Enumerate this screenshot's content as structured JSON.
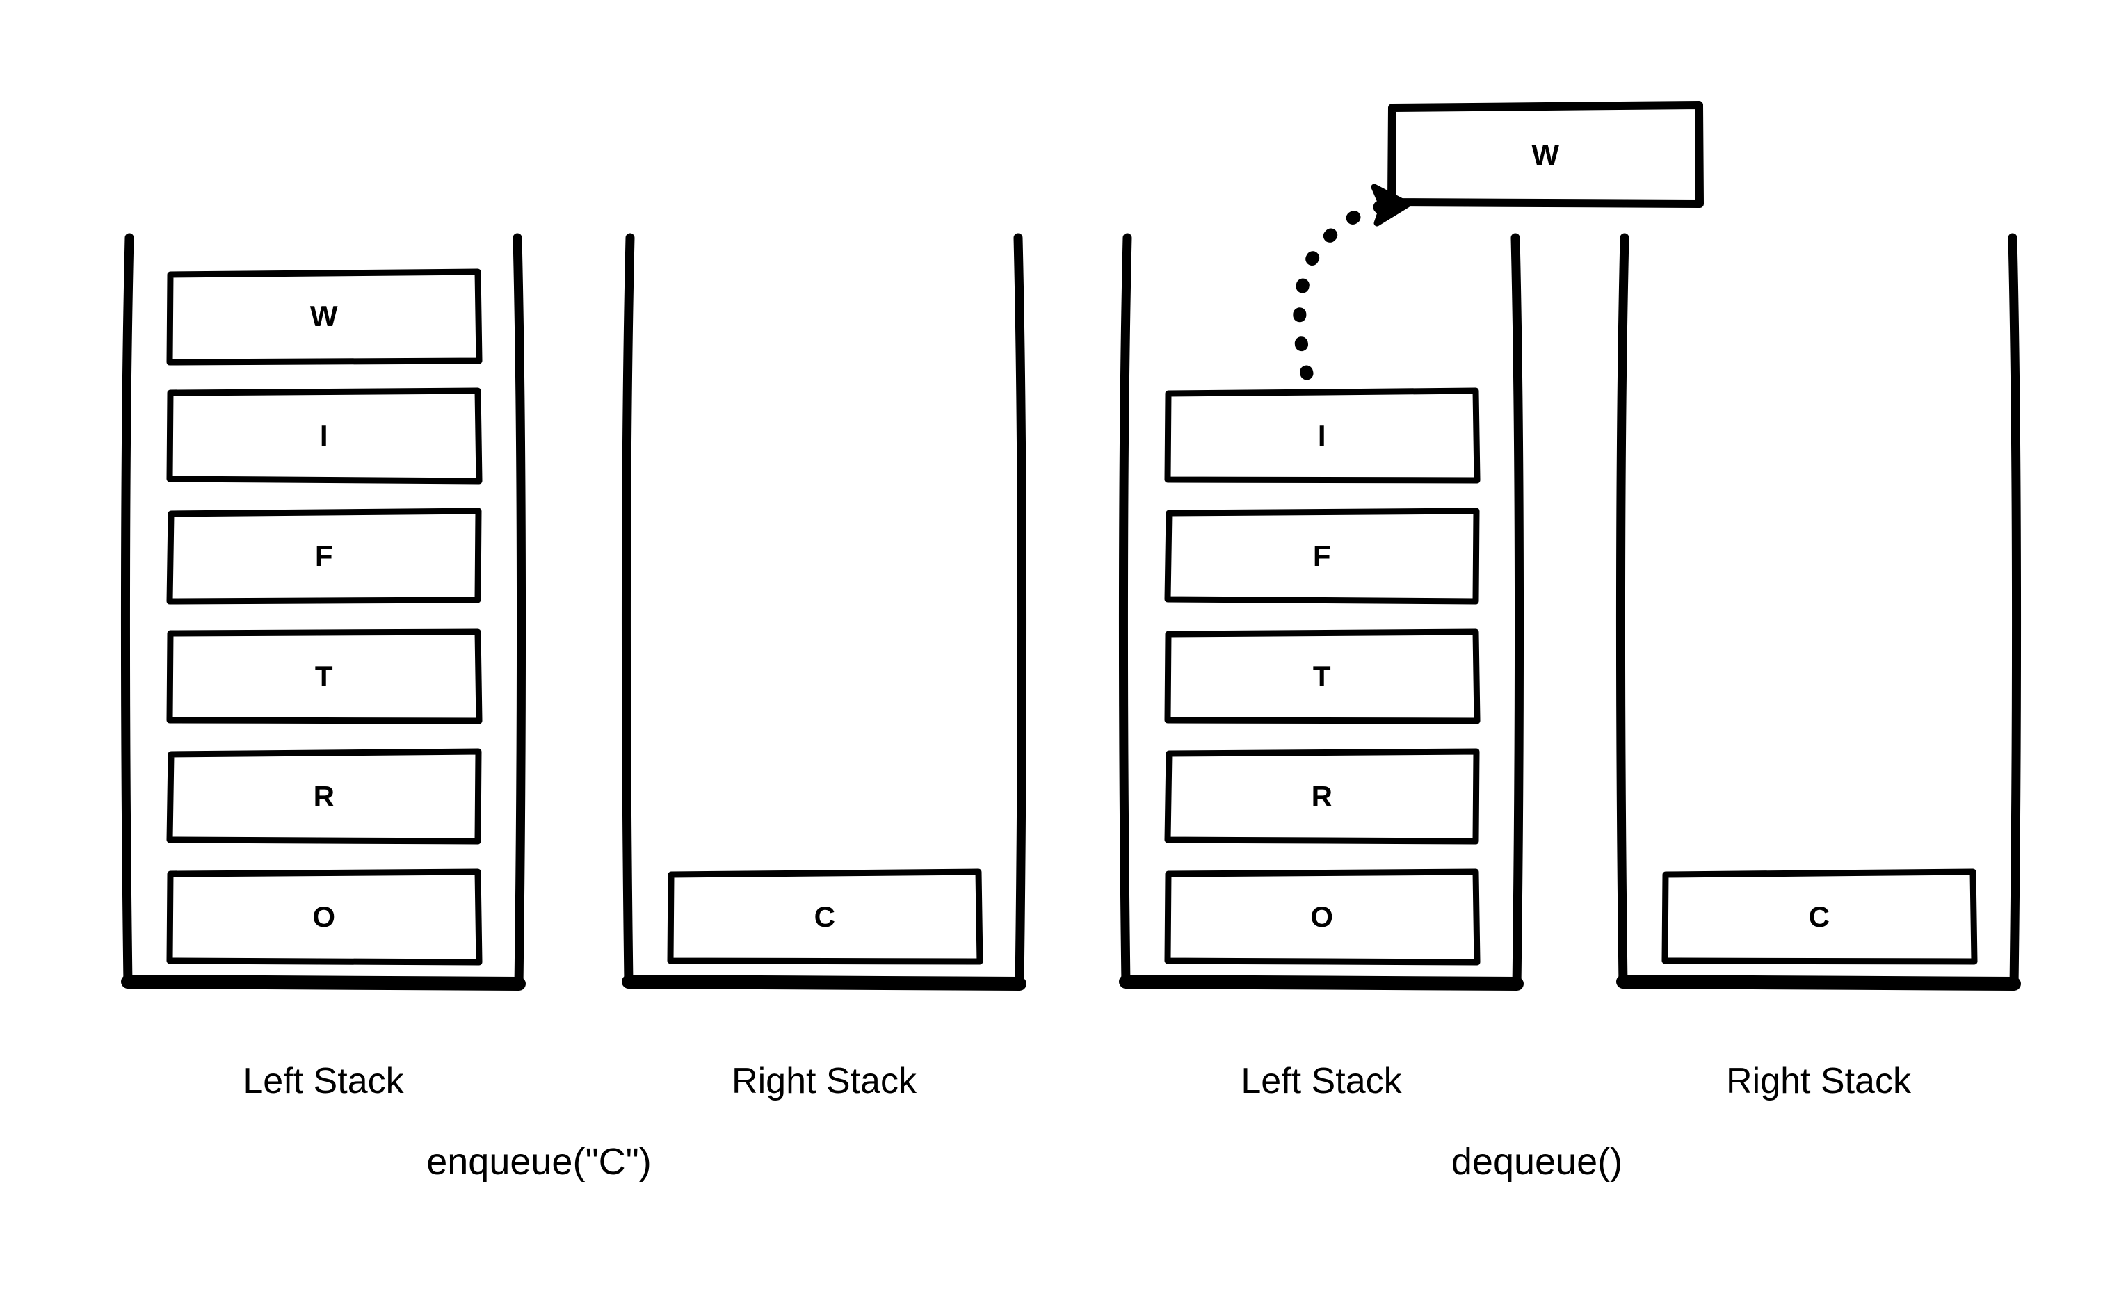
{
  "diagram": {
    "title_type": "queue-with-two-stacks",
    "ink_color": "#000000",
    "background_color": "#ffffff"
  },
  "panels": [
    {
      "id": "panel-enqueue",
      "operation_caption": "enqueue(\"C\")",
      "stacks": [
        {
          "id": "left-stack-1",
          "label": "Left Stack",
          "items_top_to_bottom": [
            "W",
            "I",
            "F",
            "T",
            "R",
            "O"
          ],
          "count": 6
        },
        {
          "id": "right-stack-1",
          "label": "Right Stack",
          "items_top_to_bottom": [
            "C"
          ],
          "count": 1
        }
      ]
    },
    {
      "id": "panel-dequeue",
      "operation_caption": "dequeue()",
      "popped_element": {
        "label": "W",
        "arrow": "dotted-curved-arrow"
      },
      "stacks": [
        {
          "id": "left-stack-2",
          "label": "Left Stack",
          "items_top_to_bottom": [
            "I",
            "F",
            "T",
            "R",
            "O"
          ],
          "count": 5
        },
        {
          "id": "right-stack-2",
          "label": "Right Stack",
          "items_top_to_bottom": [
            "C"
          ],
          "count": 1
        }
      ]
    }
  ]
}
